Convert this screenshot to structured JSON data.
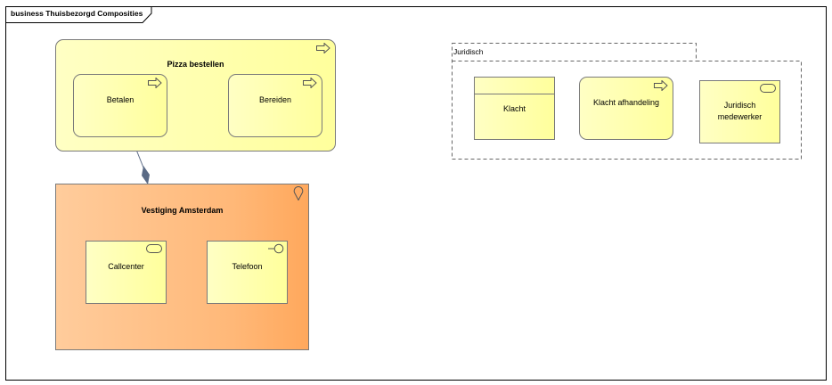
{
  "diagram": {
    "frame_title": "business Thuisbezorgd Composities",
    "pizza_bestellen": {
      "label": "Pizza bestellen",
      "icon": "process-arrow-icon"
    },
    "betalen": {
      "label": "Betalen",
      "icon": "process-arrow-icon"
    },
    "bereiden": {
      "label": "Bereiden",
      "icon": "process-arrow-icon"
    },
    "vestiging": {
      "label": "Vestiging Amsterdam",
      "icon": "location-pin-icon"
    },
    "callcenter": {
      "label": "Callcenter",
      "icon": "service-pill-icon"
    },
    "telefoon": {
      "label": "Telefoon",
      "icon": "interface-lollipop-icon"
    },
    "juridisch": {
      "label": "Juridisch"
    },
    "klacht": {
      "label": "Klacht"
    },
    "klacht_afhandeling": {
      "label": "Klacht afhandeling",
      "icon": "process-arrow-icon"
    },
    "juridisch_medewerker": {
      "label_line1": "Juridisch",
      "label_line2": "medewerker",
      "icon": "service-pill-icon"
    },
    "colors": {
      "yellow": "#ffff9c",
      "orange": "#ffb878",
      "border": "#7a7a7a",
      "connector": "#5a6a85"
    }
  }
}
